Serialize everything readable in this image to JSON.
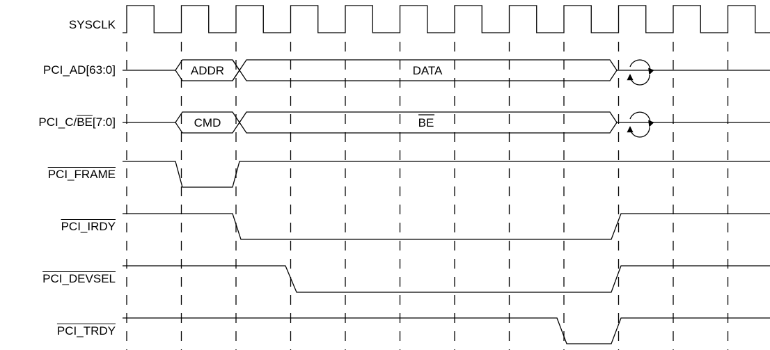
{
  "signals": {
    "sysclk": {
      "label": "SYSCLK"
    },
    "pci_ad": {
      "label": "PCI_AD[63:0]",
      "addr": "ADDR",
      "data": "DATA"
    },
    "pci_cbe": {
      "label_prefix": "PCI_C/",
      "label_overline": "BE",
      "label_suffix": "[7:0]",
      "cmd": "CMD",
      "be": "BE"
    },
    "pci_frame": {
      "label": "PCI_FRAME"
    },
    "pci_irdy": {
      "label": "PCI_IRDY"
    },
    "pci_devsel": {
      "label": "PCI_DEVSEL"
    },
    "pci_trdy": {
      "label": "PCI_TRDY"
    }
  },
  "clock_cycles": 12
}
